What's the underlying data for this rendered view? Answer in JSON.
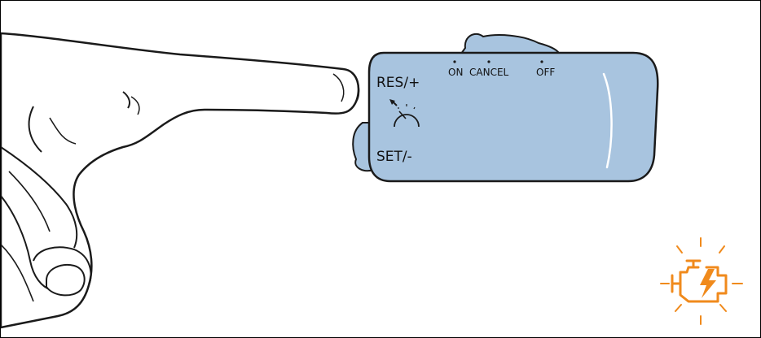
{
  "switch": {
    "top_labels": [
      "ON",
      "CANCEL",
      "OFF"
    ],
    "res_label": "RES/+",
    "set_label": "SET/-"
  },
  "colors": {
    "switch_fill": "#a8c4df",
    "switch_stroke": "#1a1a1a",
    "hand_fill": "#ffffff",
    "warning_orange": "#f08a1c"
  },
  "icons": {
    "speedometer": "cruise-control-icon",
    "engine": "check-engine-warning-icon"
  }
}
